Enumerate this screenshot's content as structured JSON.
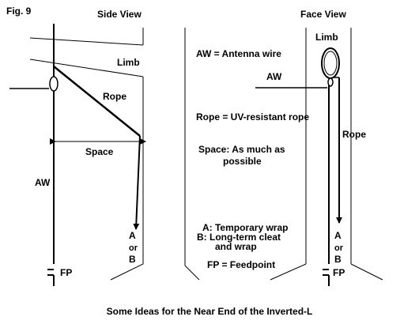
{
  "figure_label": "Fig. 9",
  "side_view": {
    "title": "Side View",
    "limb": "Limb",
    "rope": "Rope",
    "space": "Space",
    "aw": "AW",
    "end_a": "A",
    "end_or": "or",
    "end_b": "B",
    "fp": "FP"
  },
  "face_view": {
    "title": "Face View",
    "limb": "Limb",
    "aw": "AW",
    "rope": "Rope",
    "end_a": "A",
    "end_or": "or",
    "end_b": "B",
    "fp": "FP"
  },
  "legend": {
    "aw_def": "AW = Antenna wire",
    "rope_def": "Rope = UV-resistant rope",
    "space_line1": "Space: As much as",
    "space_line2": "possible",
    "a_def": "A: Temporary wrap",
    "b_line1": "B: Long-term cleat",
    "b_line2": "and wrap",
    "fp_def": "FP = Feedpoint"
  },
  "caption": "Some Ideas for the Near End of the Inverted-L"
}
